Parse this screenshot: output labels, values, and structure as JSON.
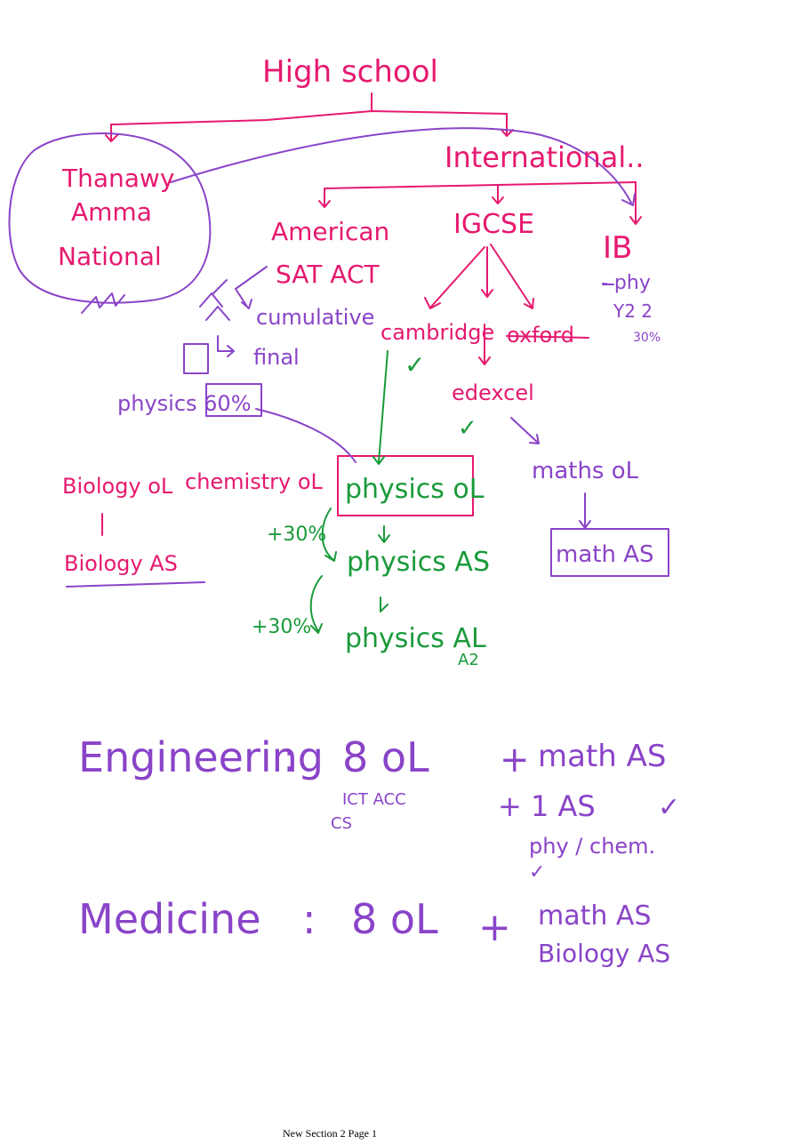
{
  "colors": {
    "pink": "#e6196f",
    "purple": "#8a44c8",
    "green": "#1a9a3a",
    "footer": "#000000"
  },
  "nodes": {
    "high_school": "High school",
    "thanawy": "Thanawy",
    "amma": "Amma",
    "national": "National",
    "international": "International..",
    "american": "American",
    "sat_act": "SAT ACT",
    "cumulative": "cumulative",
    "final": "final",
    "physics_60": "physics 60%",
    "igcse": "IGCSE",
    "cambridge": "cambridge",
    "oxford": "oxford",
    "edexcel": "edexcel",
    "ib": "IB",
    "ib_phy": "- phy",
    "ib_y2": "Y2 2",
    "ib_30": "30%",
    "biology_ol": "Biology oL",
    "chemistry_ol": "chemistry oL",
    "biology_as": "Biology AS",
    "physics_ol": "physics oL",
    "physics_as": "physics AS",
    "physics_al": "physics AL",
    "physics_a2": "A2",
    "plus30_a": "+30%",
    "plus30_b": "+30%",
    "maths_ol": "maths oL",
    "math_as": "math AS",
    "check_cambridge": "✓",
    "check_edexcel": "✓"
  },
  "requirements": {
    "engineering_label": "Engineering",
    "engineering_colon": ":",
    "engineering_ol": "8 oL",
    "engineering_plus1": "+",
    "engineering_math": "math AS",
    "engineering_extras_1": "ICT  ACC",
    "engineering_extras_2": "CS",
    "engineering_plus2": "+ 1 AS",
    "engineering_check": "✓",
    "engineering_phy": "phy / chem.",
    "engineering_check2": "✓",
    "medicine_label": "Medicine",
    "medicine_colon": ":",
    "medicine_ol": "8 oL",
    "medicine_plus": "+",
    "medicine_math": "math AS",
    "medicine_bio": "Biology AS"
  },
  "footer": "New Section 2 Page 1"
}
